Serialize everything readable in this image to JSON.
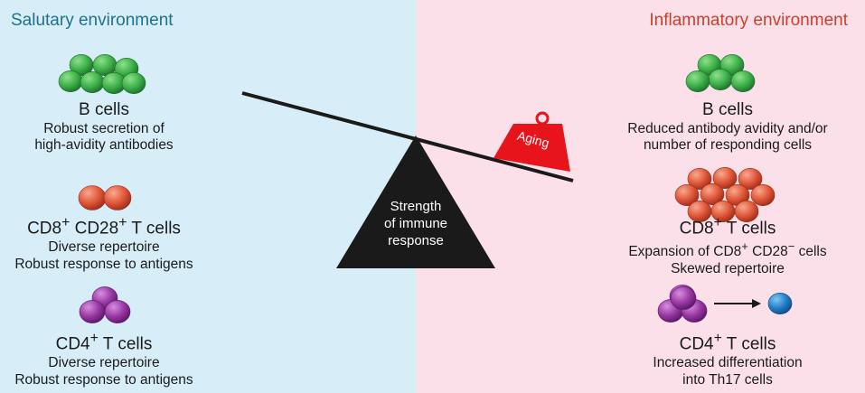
{
  "left_panel": {
    "title": "Salutary environment",
    "title_color": "#1f6f8f",
    "background": "#d7eef9",
    "groups": [
      {
        "id": "b",
        "title": "B cells",
        "lines": [
          "Robust secretion of",
          "high-avidity antibodies"
        ],
        "cell_color": "green"
      },
      {
        "id": "cd8",
        "title_parts": [
          "CD8",
          "+",
          " CD28",
          "+",
          " T cells"
        ],
        "lines": [
          "Diverse repertoire",
          "Robust response to antigens"
        ],
        "cell_color": "orange"
      },
      {
        "id": "cd4",
        "title_parts": [
          "CD4",
          "+",
          " T cells"
        ],
        "lines": [
          "Diverse repertoire",
          "Robust response to antigens"
        ],
        "cell_color": "purple"
      }
    ]
  },
  "right_panel": {
    "title": "Inflammatory environment",
    "title_color": "#c8412d",
    "background": "#fbe0ea",
    "groups": [
      {
        "id": "b",
        "title": "B cells",
        "lines": [
          "Reduced antibody avidity and/or",
          "number of responding cells"
        ],
        "cell_color": "green"
      },
      {
        "id": "cd8",
        "title_parts": [
          "CD8",
          "+",
          " T cells"
        ],
        "lines": [
          "Expansion of CD8",
          "+",
          " CD28",
          "−",
          " cells",
          "Skewed repertoire"
        ],
        "cell_color": "orange"
      },
      {
        "id": "cd4",
        "title_parts": [
          "CD4",
          "+",
          " T cells"
        ],
        "lines": [
          "Increased differentiation",
          "into Th17 cells"
        ],
        "cell_color": "purple",
        "differentiates_to": "blue"
      }
    ]
  },
  "balance": {
    "fulcrum_label": [
      "Strength",
      "of immune",
      "response"
    ],
    "weight_label": "Aging",
    "weight_color": "#e8141c",
    "fulcrum_color": "#1a1a1a"
  },
  "cell_colors": {
    "green": {
      "light": "#8ee08a",
      "mid": "#3fb24b",
      "dark": "#1d6e2a"
    },
    "orange": {
      "light": "#f7a98f",
      "mid": "#e2583a",
      "dark": "#9a2c17"
    },
    "purple": {
      "light": "#d78ee0",
      "mid": "#9a3aa3",
      "dark": "#5b1566"
    },
    "blue": {
      "light": "#7fc8f2",
      "mid": "#2580c9",
      "dark": "#0f4a86"
    }
  }
}
